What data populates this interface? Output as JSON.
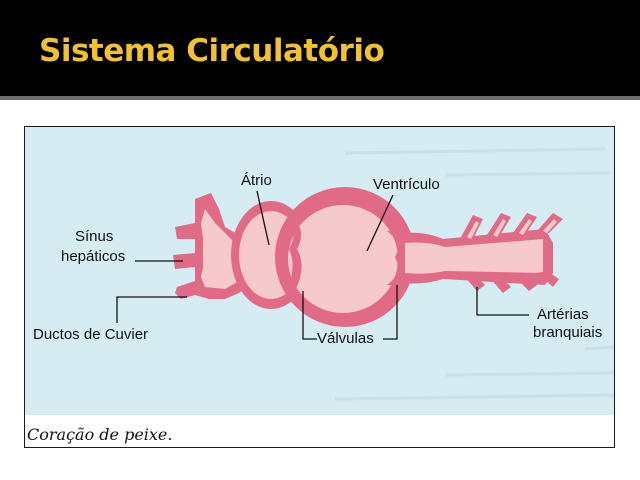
{
  "slide": {
    "title": "Sistema Circulatório"
  },
  "figure": {
    "caption": "Coração de peixe.",
    "labels": {
      "atrio": "Átrio",
      "ventriculo": "Ventrículo",
      "sinus_line1": "Sínus",
      "sinus_line2": "hepáticos",
      "ductos": "Ductos de Cuvier",
      "valvulas": "Válvulas",
      "arterias_line1": "Artérias",
      "arterias_line2": "branquiais"
    },
    "colors": {
      "background": "#d4ecf2",
      "chamber_wall": "#e16a86",
      "chamber_fill": "#f6c9cc",
      "label_text": "#111111"
    }
  }
}
